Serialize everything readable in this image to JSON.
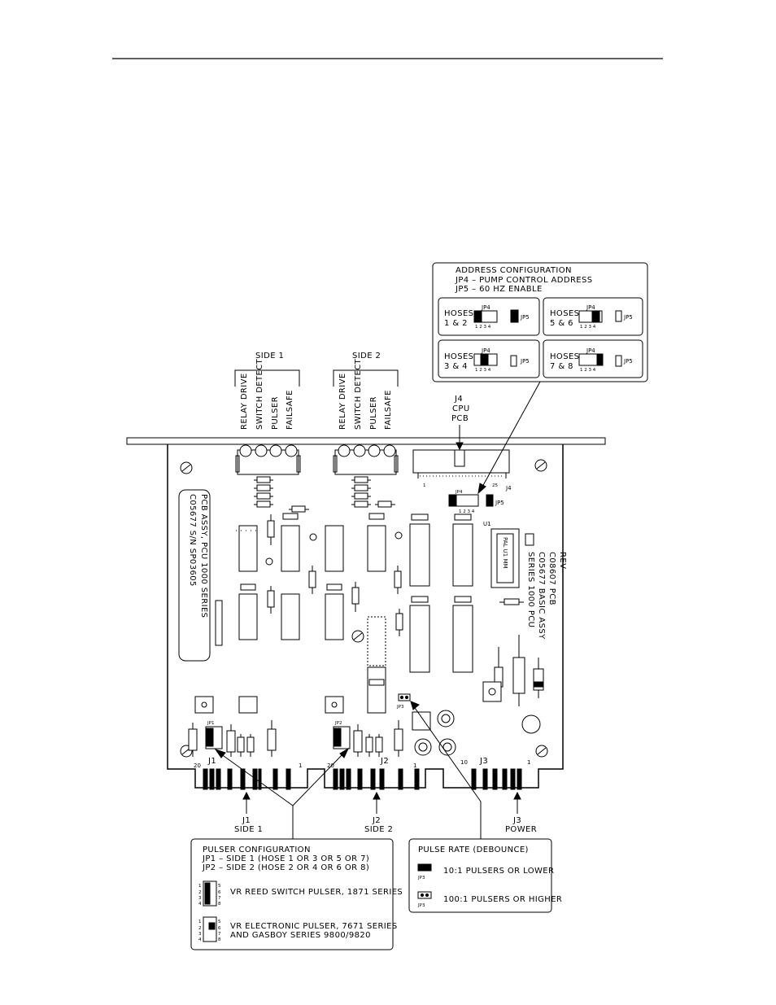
{
  "address_box": {
    "title": "ADDRESS CONFIGURATION",
    "line1": "JP4 – PUMP CONTROL ADDRESS",
    "line2": "JP5 – 60 HZ ENABLE",
    "configs": [
      {
        "hoses_a": "HOSES",
        "hoses_b": "1 & 2",
        "jp4": "JP4",
        "jp5": "JP5",
        "pins": "1 2 3 4"
      },
      {
        "hoses_a": "HOSES",
        "hoses_b": "5 & 6",
        "jp4": "JP4",
        "jp5": "JP5",
        "pins": "1 2 3 4"
      },
      {
        "hoses_a": "HOSES",
        "hoses_b": "3 & 4",
        "jp4": "JP4",
        "jp5": "JP5",
        "pins": "1 2 3 4"
      },
      {
        "hoses_a": "HOSES",
        "hoses_b": "7 & 8",
        "jp4": "JP4",
        "jp5": "JP5",
        "pins": "1 2 3 4"
      }
    ]
  },
  "sides": [
    {
      "title": "SIDE 1",
      "leds": [
        "RELAY DRIVE",
        "SWITCH DETECT",
        "PULSER",
        "FAILSAFE"
      ]
    },
    {
      "title": "SIDE 2",
      "leds": [
        "RELAY DRIVE",
        "SWITCH DETECT",
        "PULSER",
        "FAILSAFE"
      ]
    }
  ],
  "j4_label": {
    "a": "J4",
    "b": "CPU",
    "c": "PCB"
  },
  "board": {
    "silk_line1": "C05677 S/N SP03605",
    "silk_line2": "PCB ASSY, PCU 1000 SERIES",
    "series_lines": [
      "SERIES 1000 PCU",
      "C05677 BASIC ASSY",
      "C08607 PCB",
      "REV–"
    ],
    "u1": "U1",
    "pal": "PAL U1 MM",
    "j4": "J4",
    "j4_pin1": "1",
    "j4_pin25": "25",
    "jp4": "JP4",
    "jp4_pins": "1 2 3 4",
    "jp5": "JP5",
    "jp1": "JP1",
    "jp2": "JP2",
    "jp3": "JP3",
    "j1": "J1",
    "j1_pin20": "20",
    "j1_pin1": "1",
    "j2": "J2",
    "j2_pin20": "20",
    "j2_pin1": "1",
    "j3": "J3",
    "j3_pin10": "10",
    "j3_pin1": "1"
  },
  "connectors": [
    {
      "a": "J1",
      "b": "SIDE 1"
    },
    {
      "a": "J2",
      "b": "SIDE 2"
    },
    {
      "a": "J3",
      "b": "POWER"
    }
  ],
  "pulser_box": {
    "title": "PULSER CONFIGURATION",
    "line1": "JP1 – SIDE 1 (HOSE 1 OR 3 OR 5 OR 7)",
    "line2": "JP2 – SIDE 2 (HOSE 2 OR 4 OR 6 OR 8)",
    "opt1": "VR REED SWITCH PULSER, 1871 SERIES",
    "opt2a": "VR ELECTRONIC PULSER, 7671 SERIES",
    "opt2b": "AND GASBOY SERIES 9800/9820"
  },
  "pulse_box": {
    "title": "PULSE RATE (DEBOUNCE)",
    "opt1": "10:1 PULSERS OR LOWER",
    "opt2": "100:1 PULSERS OR HIGHER",
    "jp3": "JP3"
  }
}
